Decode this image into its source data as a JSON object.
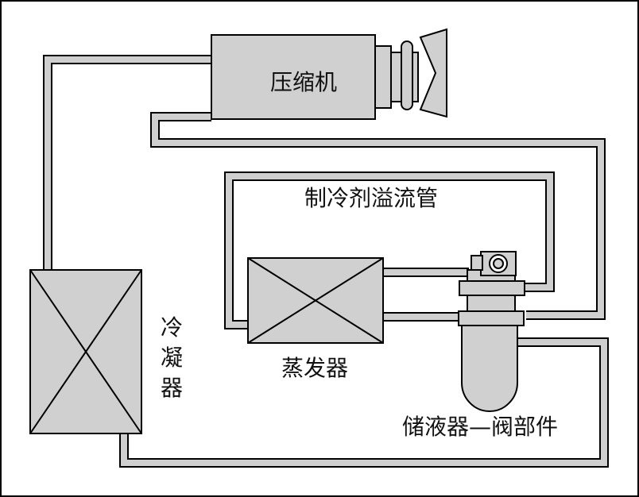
{
  "labels": {
    "compressor": "压缩机",
    "overflow_pipe": "制冷剂溢流管",
    "evaporator": "蒸发器",
    "condenser": "冷凝器",
    "receiver_valve": "储液器—阀部件"
  },
  "colors": {
    "component_fill": "#d0d0d0",
    "pipe_fill": "#cfcfcf",
    "stroke": "#000000",
    "background": "#ffffff"
  }
}
